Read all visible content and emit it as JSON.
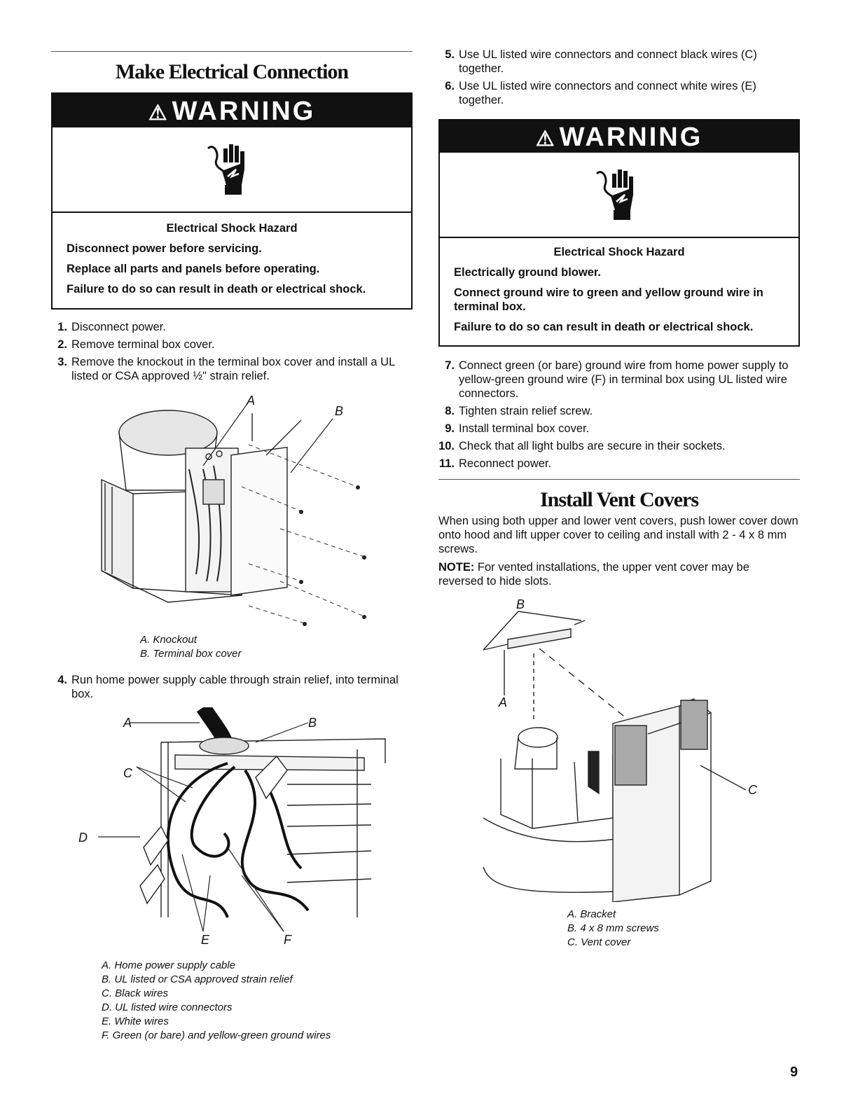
{
  "left": {
    "title": "Make Electrical Connection",
    "warning": {
      "heading": "WARNING",
      "lines": [
        "Electrical Shock Hazard",
        "Disconnect power before servicing.",
        "Replace all parts and panels before operating.",
        "Failure to do so can result in death or electrical shock."
      ]
    },
    "steps_a": [
      {
        "num": "1.",
        "text": "Disconnect power."
      },
      {
        "num": "2.",
        "text": "Remove terminal box cover."
      },
      {
        "num": "3.",
        "text": "Remove the knockout in the terminal box cover and install a UL listed or CSA approved ½\" strain relief."
      }
    ],
    "figure1": {
      "labels": [
        "A",
        "B"
      ],
      "captions": [
        "A. Knockout",
        "B. Terminal box cover"
      ]
    },
    "steps_b": [
      {
        "num": "4.",
        "text": "Run home power supply cable through strain relief, into terminal box."
      }
    ],
    "figure2": {
      "labels": [
        "A",
        "B",
        "C",
        "D",
        "E",
        "F"
      ],
      "captions": [
        "A. Home power supply cable",
        "B. UL listed or CSA approved strain relief",
        "C. Black wires",
        "D. UL listed wire connectors",
        "E. White wires",
        "F. Green (or bare) and yellow-green ground wires"
      ]
    }
  },
  "right": {
    "steps_a": [
      {
        "num": "5.",
        "text": "Use UL listed wire connectors and connect black wires (C) together."
      },
      {
        "num": "6.",
        "text": "Use UL listed wire connectors and connect white wires (E) together."
      }
    ],
    "warning": {
      "heading": "WARNING",
      "lines": [
        "Electrical Shock Hazard",
        "Electrically ground blower.",
        "Connect ground wire to green and yellow ground wire in terminal box.",
        "Failure to do so can result in death or electrical shock."
      ]
    },
    "steps_b": [
      {
        "num": "7.",
        "text": "Connect green (or bare) ground wire from home power supply to yellow-green ground wire (F) in terminal box using UL listed wire connectors."
      },
      {
        "num": "8.",
        "text": "Tighten strain relief screw."
      },
      {
        "num": "9.",
        "text": "Install terminal box cover."
      },
      {
        "num": "10.",
        "text": "Check that all light bulbs are secure in their sockets."
      },
      {
        "num": "11.",
        "text": "Reconnect power."
      }
    ],
    "title": "Install Vent Covers",
    "para1": "When using both upper and lower vent covers, push lower cover down onto hood and lift upper cover to ceiling and install with 2 - 4 x 8 mm screws.",
    "note_label": "NOTE:",
    "note_text": " For vented installations, the upper vent cover may be reversed to hide slots.",
    "figure3": {
      "labels": [
        "A",
        "B",
        "C"
      ],
      "captions": [
        "A. Bracket",
        "B. 4 x 8 mm screws",
        "C. Vent cover"
      ]
    }
  },
  "page_number": "9"
}
